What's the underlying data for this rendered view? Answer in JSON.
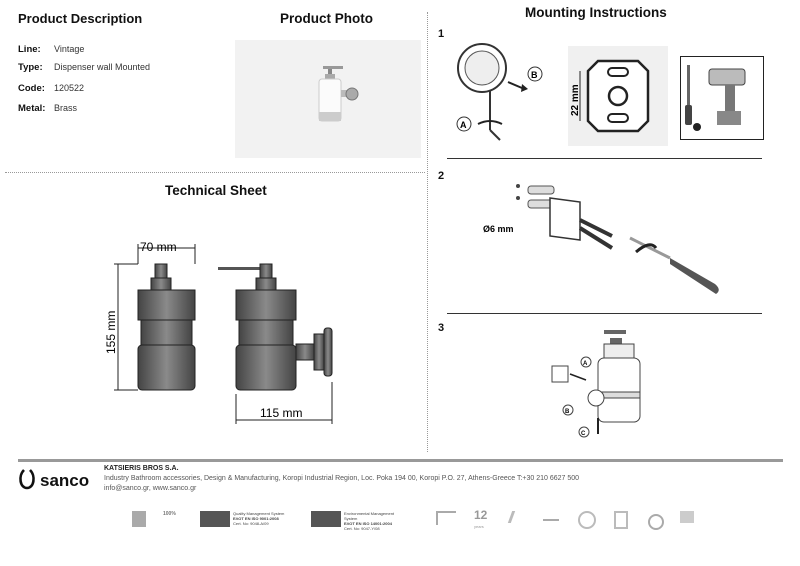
{
  "product": {
    "heading": "Product Description",
    "specs": [
      {
        "label": "Line:",
        "value": "Vintage"
      },
      {
        "label": "Type:",
        "value": "Dispenser wall Mounted"
      },
      {
        "label": "Code:",
        "value": "120522"
      },
      {
        "label": "Metal:",
        "value": "Brass"
      }
    ]
  },
  "photo": {
    "heading": "Product Photo"
  },
  "technical": {
    "heading": "Technical Sheet",
    "dim_width": "70 mm",
    "dim_height": "155 mm",
    "dim_depth": "115 mm"
  },
  "mounting": {
    "heading": "Mounting Instructions",
    "steps": [
      "1",
      "2",
      "3"
    ],
    "step1": {
      "label_a": "A",
      "label_b": "B",
      "dim": "22 mm"
    },
    "step2": {
      "drill": "Ø6 mm"
    },
    "step3": {
      "label_a": "A",
      "label_b": "B",
      "label_c": "C"
    }
  },
  "footer": {
    "brand": "sanco",
    "company": "KATSIERIS BROS S.A.",
    "address": "Industry Bathroom accessories, Design & Manufacturing, Koropi Industrial Region, Loc. Poka 194 00, Koropi P.O. 27, Athens-Greece   T:+30 210 6627 500",
    "contact": "info@sanco.gr, www.sanco.gr",
    "iso9001_title": "Quality Management System",
    "iso9001_code": "ΕΛΟΤ ΕΝ ISO 9001:2008",
    "iso9001_cert": "Cert. No: 9048-A/09",
    "iso14001_title": "Environmental Management System",
    "iso14001_code": "ΕΛΟΤ ΕΝ ISO 14001:2004",
    "iso14001_cert": "Cert. No: 9047-Y/08",
    "badge_100": "100%",
    "badge_12": "12",
    "badge_years": "years"
  }
}
